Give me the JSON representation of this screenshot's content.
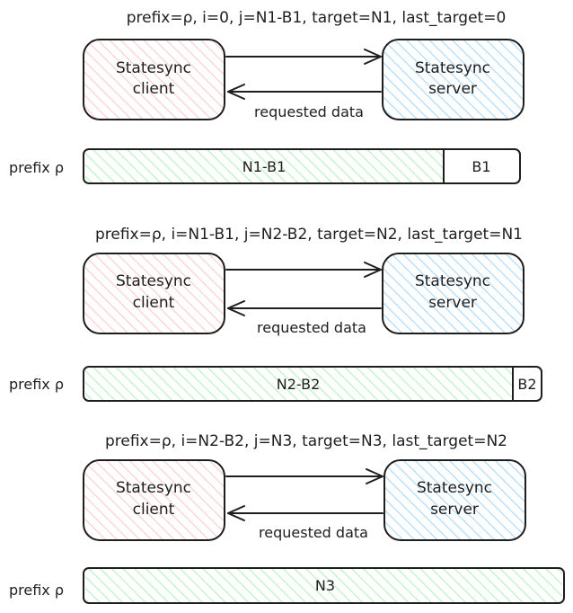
{
  "colors": {
    "client_fill": "#ffc9c9",
    "server_fill": "#a5d8ff",
    "bar_fill": "#b2f2bb",
    "stroke": "#1e1e1e"
  },
  "panels": [
    {
      "caption": "prefix=ρ, i=0, j=N1-B1, target=N1, last_target=0",
      "client_line1": "Statesync",
      "client_line2": "client",
      "server_line1": "Statesync",
      "server_line2": "server",
      "return_label": "requested data",
      "prefix_label": "prefix ρ",
      "main_segment": "N1-B1",
      "tail_segment": "B1"
    },
    {
      "caption": "prefix=ρ, i=N1-B1, j=N2-B2, target=N2, last_target=N1",
      "client_line1": "Statesync",
      "client_line2": "client",
      "server_line1": "Statesync",
      "server_line2": "server",
      "return_label": "requested data",
      "prefix_label": "prefix ρ",
      "main_segment": "N2-B2",
      "tail_segment": "B2"
    },
    {
      "caption": "prefix=ρ, i=N2-B2, j=N3, target=N3, last_target=N2",
      "client_line1": "Statesync",
      "client_line2": "client",
      "server_line1": "Statesync",
      "server_line2": "server",
      "return_label": "requested data",
      "prefix_label": "prefix ρ",
      "main_segment": "N3",
      "tail_segment": ""
    }
  ]
}
